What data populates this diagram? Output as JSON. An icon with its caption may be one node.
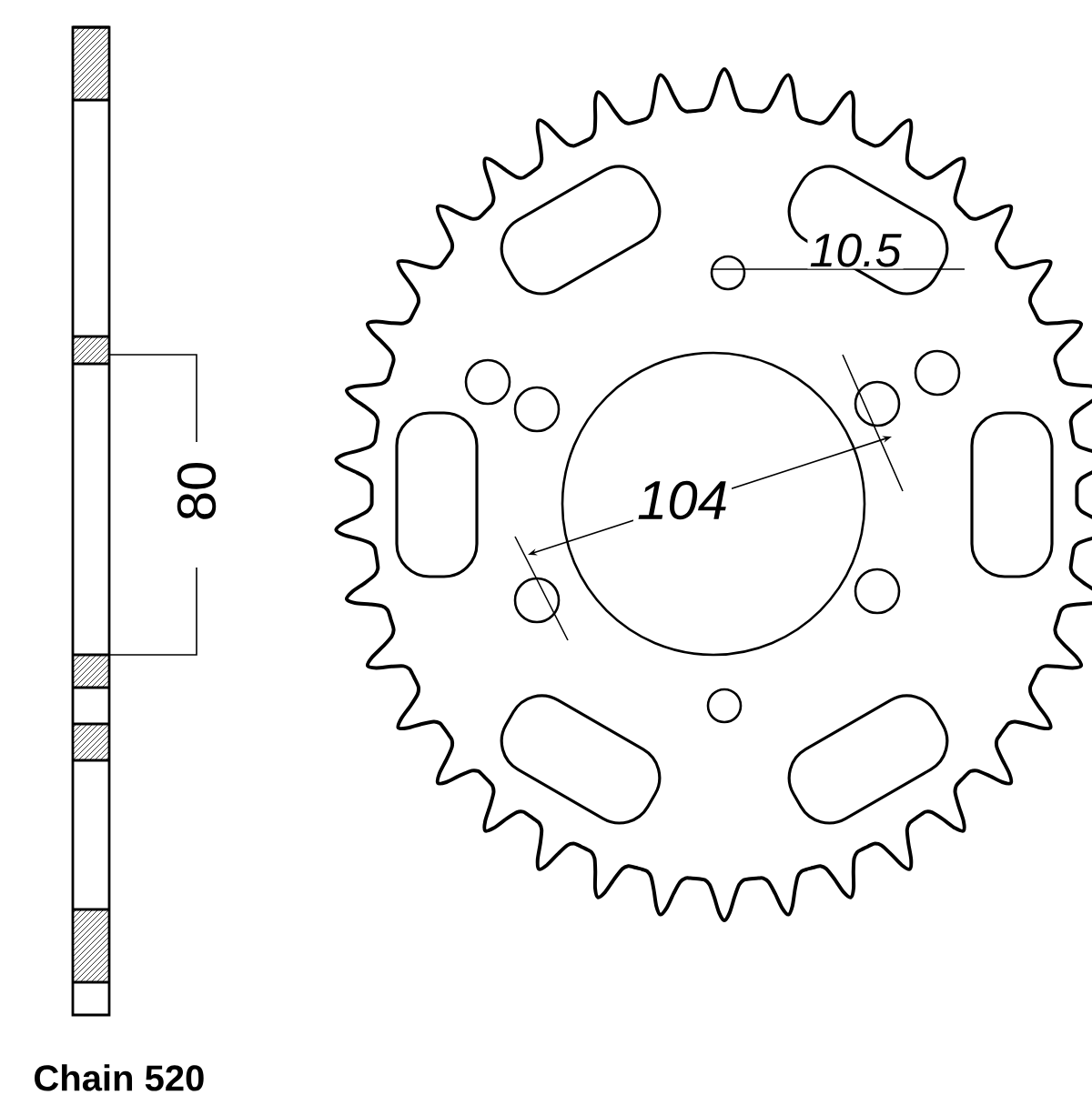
{
  "diagram": {
    "labels": [
      "10.5",
      "80",
      "104",
      "Chain 520"
    ]
  }
}
